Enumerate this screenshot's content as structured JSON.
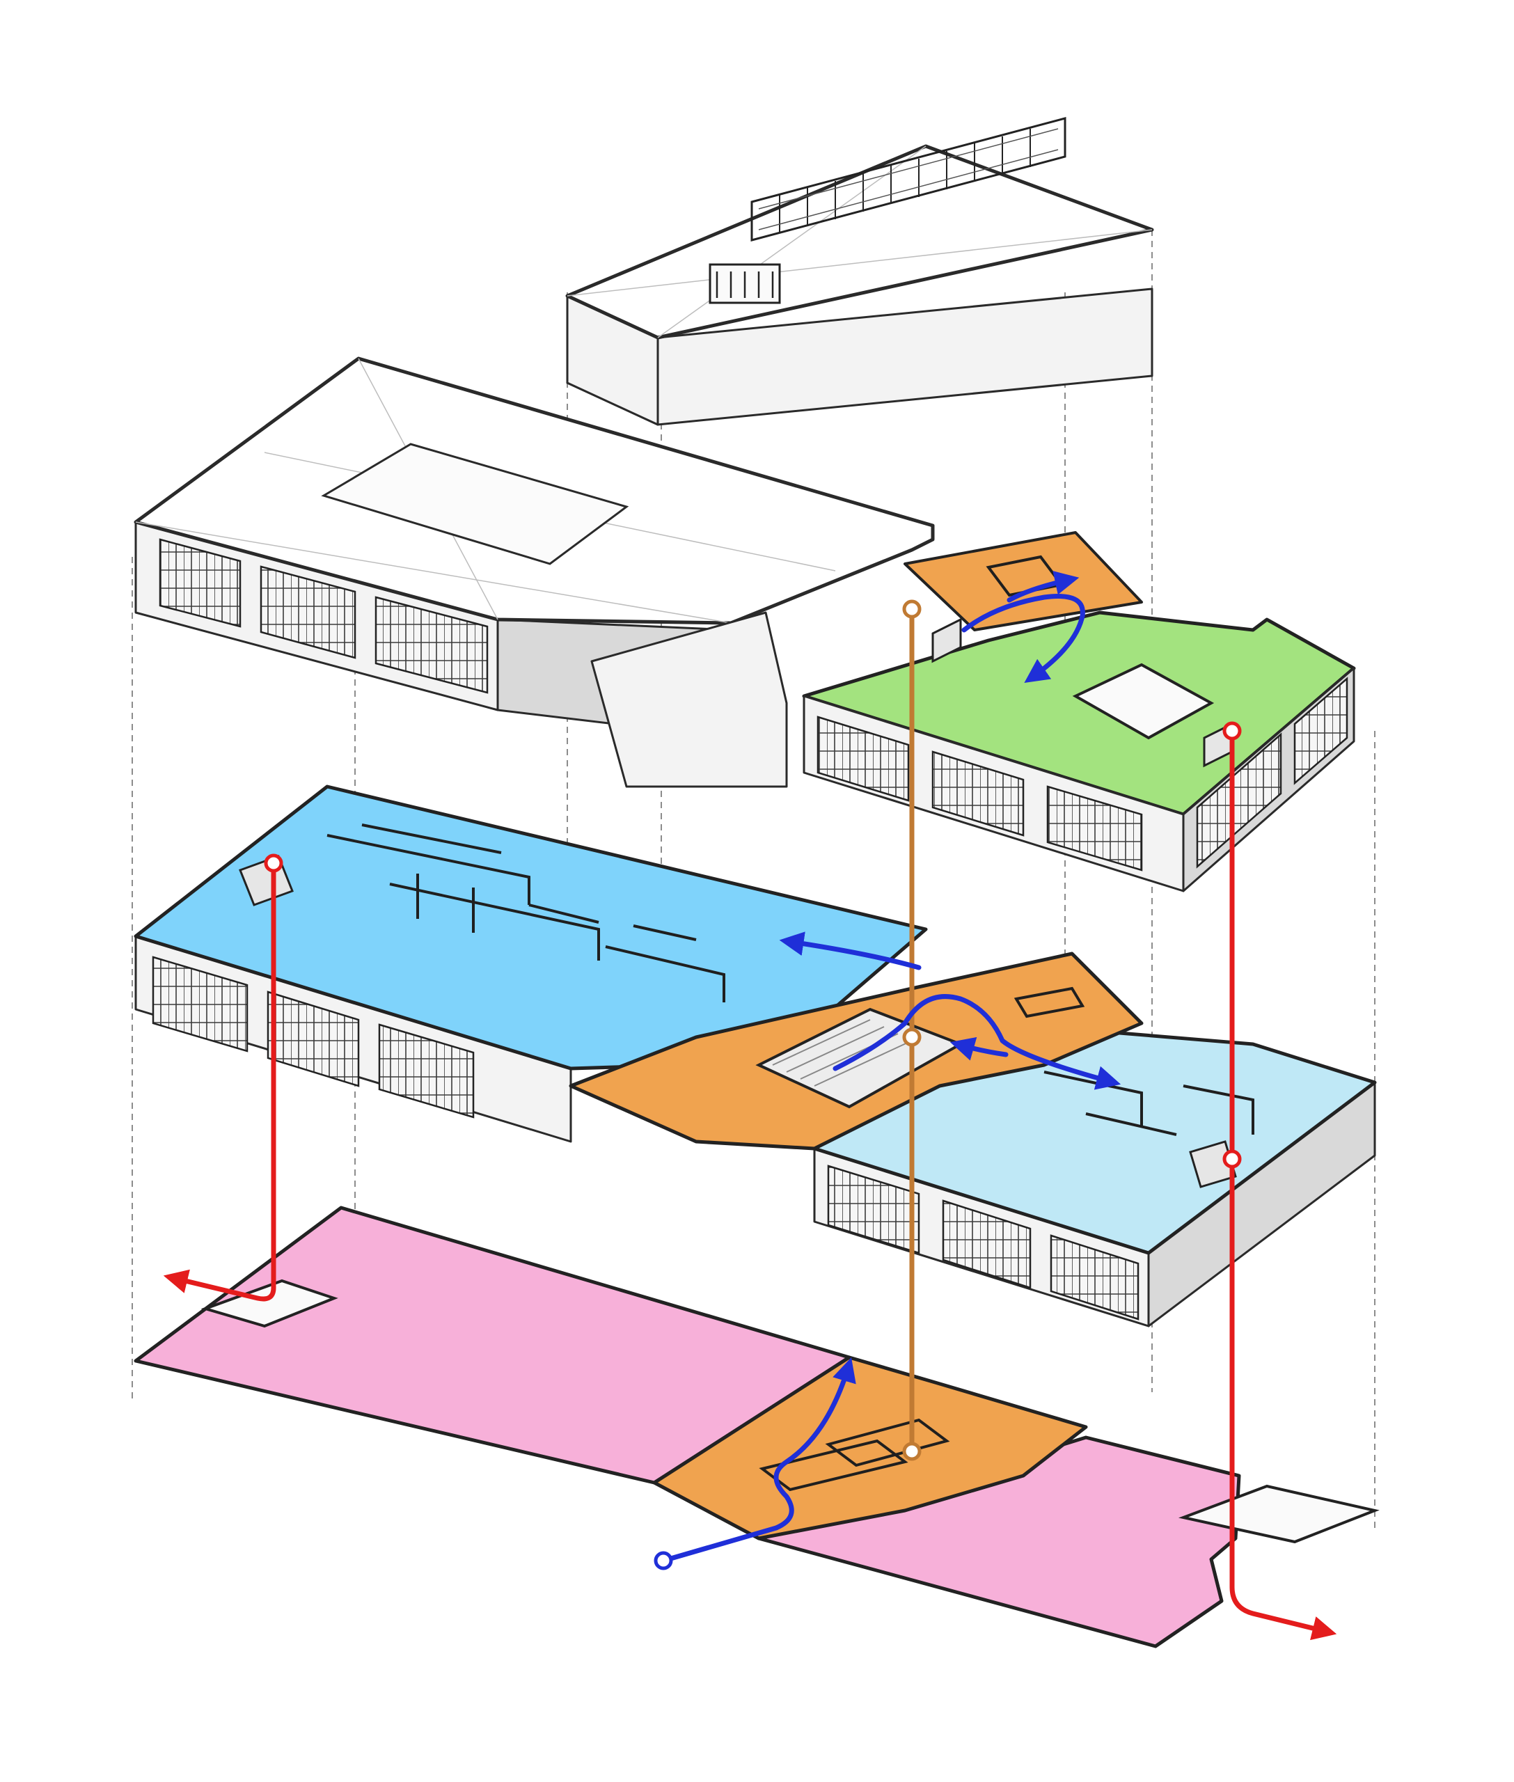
{
  "diagram": {
    "kind": "exploded axonometric building diagram",
    "colors": {
      "lobby_orange": "#f0a34f",
      "roof_terrace_green": "#a3e37f",
      "workspace_blue": "#7fd3fb",
      "workspace_light_blue": "#bfe8f6",
      "ground_pink": "#f7b0d9",
      "circulation_blue": "#1f2fd8",
      "egress_red": "#e41c1c",
      "vertical_core_brown": "#c07a33",
      "glazing_grey": "#d9d9d9",
      "outline": "#2a2a2a"
    },
    "levels": [
      {
        "id": "penthouse",
        "fill": "#ffffff"
      },
      {
        "id": "level-2",
        "fill": "#ffffff"
      },
      {
        "id": "level-1",
        "fill": "#7fd3fb"
      },
      {
        "id": "ground",
        "fill": "#f7b0d9"
      }
    ],
    "icons": [
      "rooftop-sign-icon",
      "stair-icon",
      "circulation-arrow-icon",
      "egress-arrow-icon",
      "vertical-connector-node-icon"
    ]
  }
}
